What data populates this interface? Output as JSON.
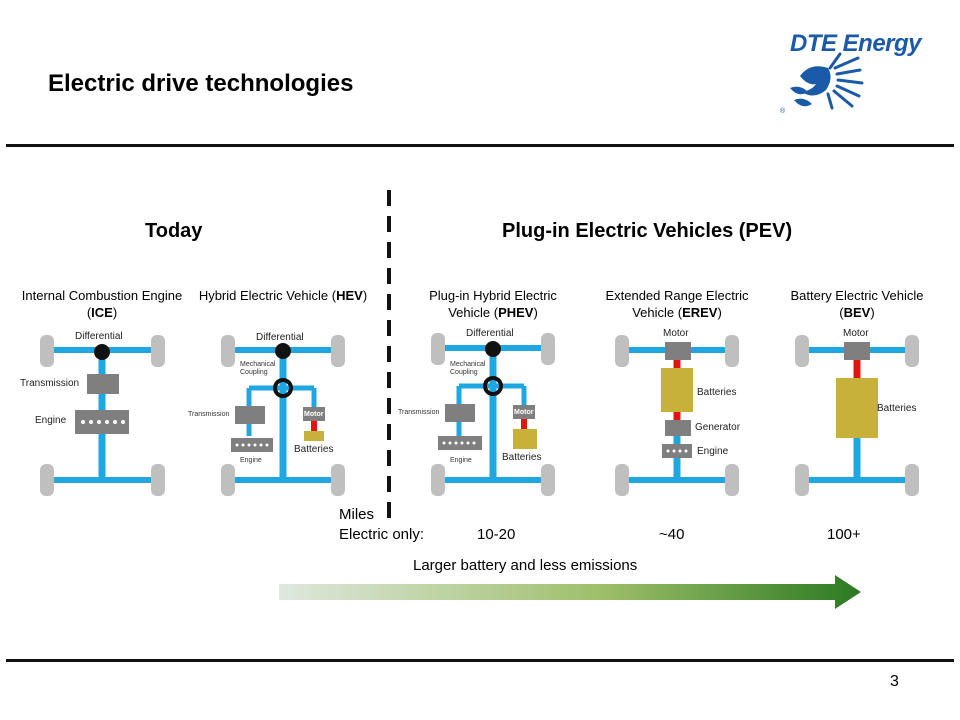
{
  "slide": {
    "title": "Electric drive technologies",
    "logo_text": "DTE Energy",
    "logo_mark": "®",
    "page_number": "3"
  },
  "sections": {
    "today": "Today",
    "pev": "Plug-in Electric Vehicles (PEV)"
  },
  "vehicles": [
    {
      "name": "Internal Combustion Engine (",
      "abbr": "ICE",
      "close": ")",
      "labels": {
        "differential": "Differential",
        "transmission": "Transmission",
        "engine": "Engine"
      }
    },
    {
      "name": "Hybrid Electric Vehicle (",
      "abbr": "HEV",
      "close": ")",
      "labels": {
        "differential": "Differential",
        "coupling": "Mechanical Coupling",
        "transmission": "Transmission",
        "motor": "Motor",
        "engine": "Engine",
        "batteries": "Batteries"
      }
    },
    {
      "name": "Plug-in Hybrid Electric Vehicle (",
      "abbr": "PHEV",
      "close": ")",
      "labels": {
        "differential": "Differential",
        "coupling": "Mechanical Coupling",
        "transmission": "Transmission",
        "motor": "Motor",
        "engine": "Engine",
        "batteries": "Batteries"
      }
    },
    {
      "name": "Extended Range Electric Vehicle (",
      "abbr": "EREV",
      "close": ")",
      "labels": {
        "motor": "Motor",
        "batteries": "Batteries",
        "generator": "Generator",
        "engine": "Engine"
      }
    },
    {
      "name": "Battery Electric Vehicle (",
      "abbr": "BEV",
      "close": ")",
      "labels": {
        "motor": "Motor",
        "batteries": "Batteries"
      }
    }
  ],
  "miles": {
    "label_line1": "Miles",
    "label_line2": "Electric only:",
    "phev": "10-20",
    "erev": "~40",
    "bev": "100+"
  },
  "trend": {
    "caption": "Larger battery and less emissions"
  },
  "colors": {
    "axle": "#1ea7e1",
    "wheel": "#bfbfbf",
    "component": "#7f7f7f",
    "battery": "#c8b13a",
    "connector": "#e3140e",
    "arrow_start": "#dfe7df",
    "arrow_end": "#2b7a22",
    "logo_blue": "#1b5aa6"
  }
}
